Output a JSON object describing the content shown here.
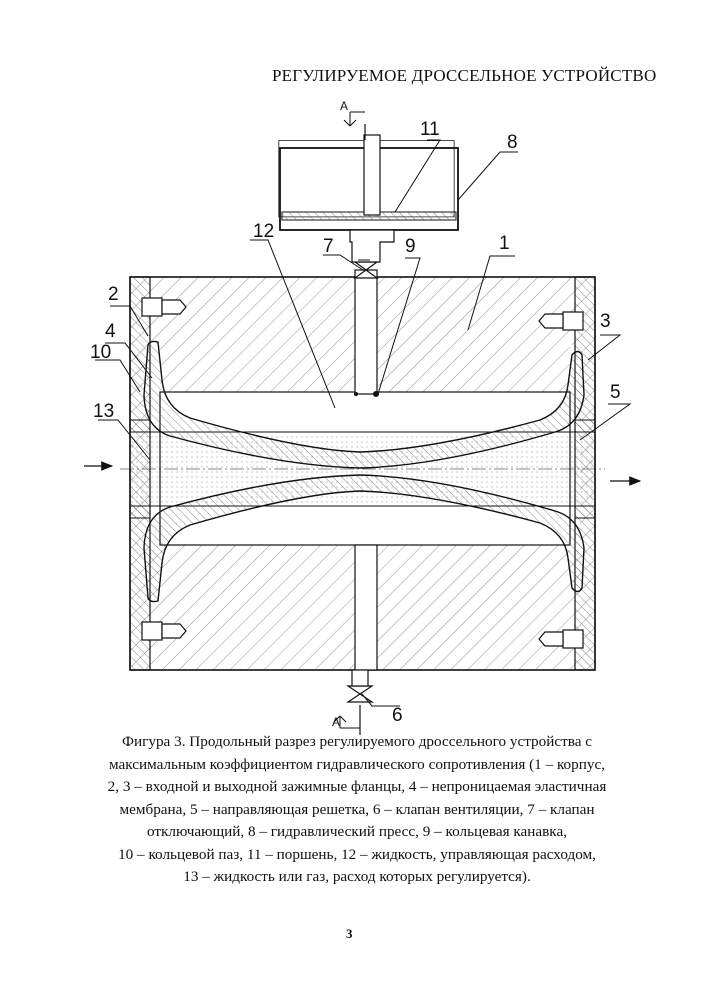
{
  "header": {
    "title": "РЕГУЛИРУЕМОЕ ДРОССЕЛЬНОЕ УСТРОЙСТВО"
  },
  "figure": {
    "callouts": [
      "1",
      "2",
      "3",
      "4",
      "5",
      "6",
      "7",
      "8",
      "9",
      "10",
      "11",
      "12",
      "13"
    ],
    "section_label": "A",
    "caption_lines": [
      "Фигура 3. Продольный разрез регулируемого дроссельного устройства с",
      "максимальным коэффициентом гидравлического сопротивления (1 – корпус,",
      "2, 3  – входной и выходной зажимные фланцы, 4 – непроницаемая эластичная",
      "мембрана, 5 – направляющая решетка, 6 – клапан вентиляции, 7 – клапан",
      "отключающий, 8 – гидравлический пресс, 9 – кольцевая канавка,",
      "10 – кольцевой паз, 11 – поршень, 12 – жидкость, управляющая расходом,",
      "13 – жидкость или газ, расход которых регулируется)."
    ]
  },
  "footer": {
    "page_number": "3"
  }
}
